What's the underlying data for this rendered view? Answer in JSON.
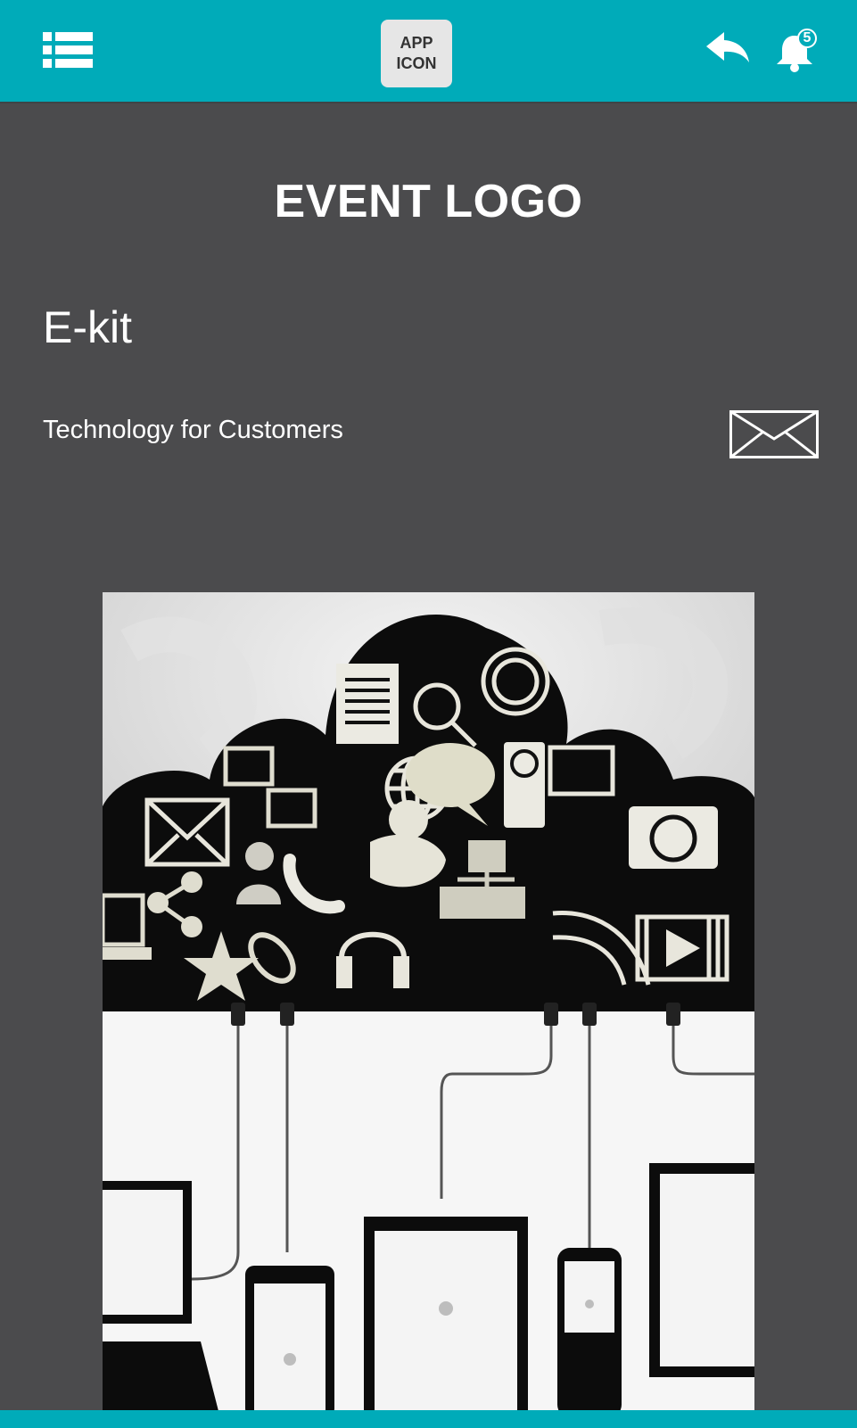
{
  "header": {
    "app_icon_line1": "APP",
    "app_icon_line2": "ICON",
    "notification_count": "5",
    "bar_color": "#00abb9"
  },
  "main": {
    "event_logo": "EVENT LOGO",
    "title": "E-kit",
    "subtitle": "Technology for Customers"
  },
  "icons": [
    "menu-list-icon",
    "reply-arrow-icon",
    "bell-icon",
    "envelope-icon"
  ]
}
